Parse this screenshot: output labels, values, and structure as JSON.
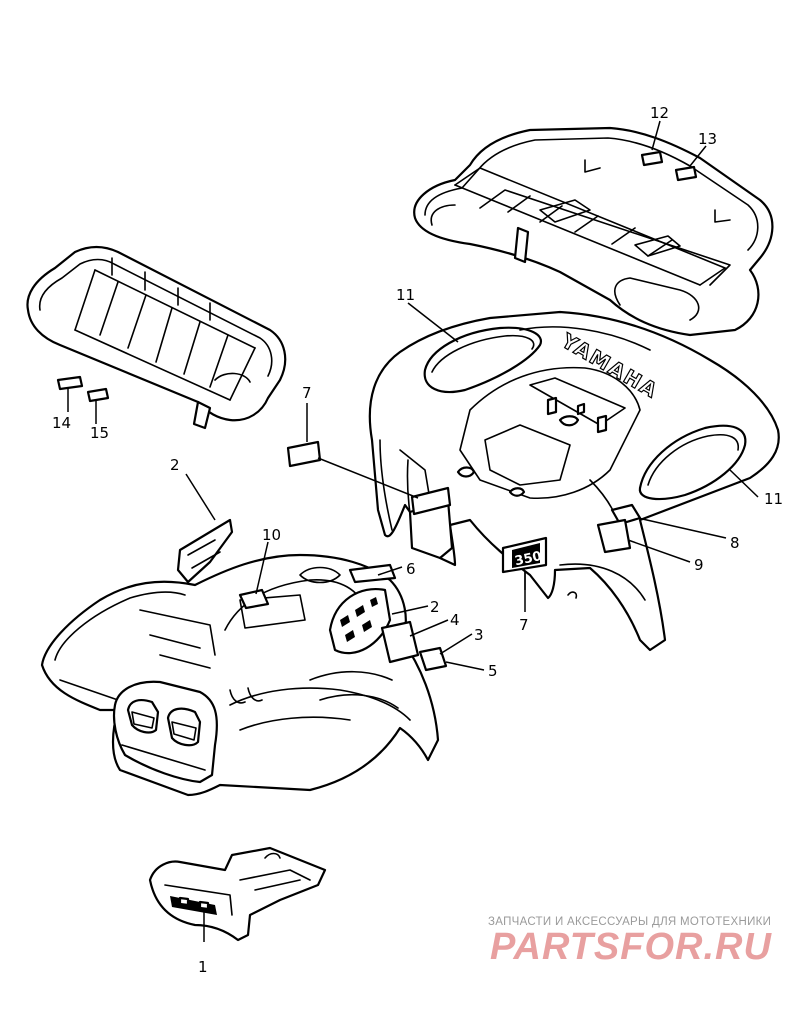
{
  "diagram": {
    "emblem_brand": "YAMAHA",
    "emblem_model": "350",
    "callouts": [
      {
        "id": "c1",
        "label": "1"
      },
      {
        "id": "c2a",
        "label": "2"
      },
      {
        "id": "c2b",
        "label": "2"
      },
      {
        "id": "c3",
        "label": "3"
      },
      {
        "id": "c4",
        "label": "4"
      },
      {
        "id": "c5",
        "label": "5"
      },
      {
        "id": "c6",
        "label": "6"
      },
      {
        "id": "c7a",
        "label": "7"
      },
      {
        "id": "c7b",
        "label": "7"
      },
      {
        "id": "c8",
        "label": "8"
      },
      {
        "id": "c9",
        "label": "9"
      },
      {
        "id": "c10",
        "label": "10"
      },
      {
        "id": "c11a",
        "label": "11"
      },
      {
        "id": "c11b",
        "label": "11"
      },
      {
        "id": "c12",
        "label": "12"
      },
      {
        "id": "c13",
        "label": "13"
      },
      {
        "id": "c14",
        "label": "14"
      },
      {
        "id": "c15",
        "label": "15"
      }
    ]
  },
  "watermark": {
    "caption": "ЗАПЧАСТИ И АКСЕССУАРЫ ДЛЯ МОТОТЕХНИКИ",
    "logo": "PARTSFOR.RU"
  },
  "colors": {
    "line": "#000000",
    "background": "#ffffff",
    "watermark_caption": "#9a9a9a",
    "watermark_logo": "#e8a0a0"
  }
}
